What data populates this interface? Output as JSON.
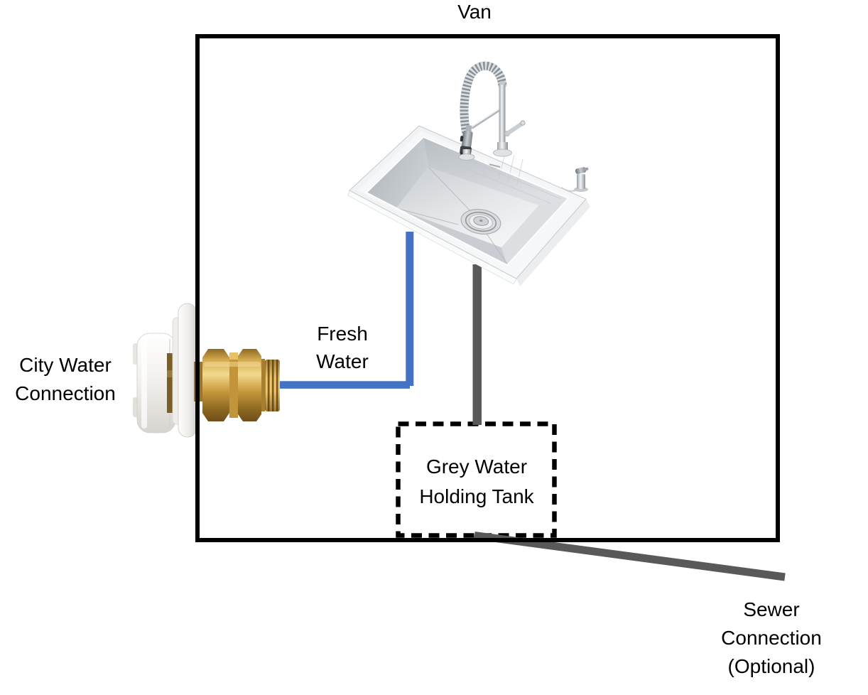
{
  "diagram": {
    "title": "Van",
    "labels": {
      "city_water": "City Water Connection",
      "fresh_water": "Fresh Water",
      "grey_tank": "Grey Water Holding Tank",
      "sewer": "Sewer Connection (Optional)"
    },
    "colors": {
      "fresh_water_line": "#4472C4",
      "grey_water_line": "#595959",
      "sewer_line": "#595959",
      "van_outline": "#000000",
      "tank_outline": "#000000",
      "text": "#000000",
      "background": "#FFFFFF"
    },
    "images": {
      "sink": "stainless-steel-sink-with-pull-down-sprayer-faucet",
      "city_water_inlet": "brass-city-water-inlet-fitting-with-white-flange"
    }
  }
}
